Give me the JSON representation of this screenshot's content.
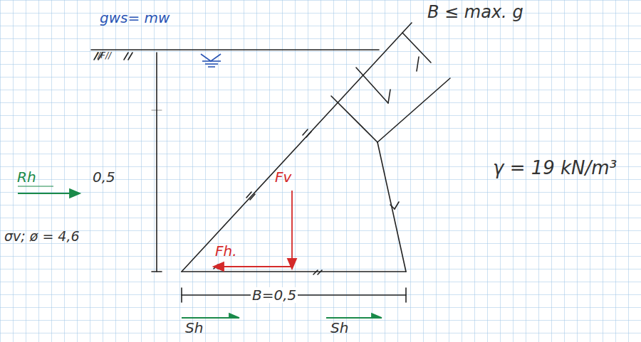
{
  "diagram": {
    "labels": [
      "gws= mw",
      "B ≤ max. g",
      "//F//",
      "Rh",
      "0,5",
      "σv; ø = 4,6",
      "Fv",
      "Fh.",
      "γ = 19 kN/m³",
      "B=0,5",
      "Sh",
      "Sh"
    ]
  }
}
